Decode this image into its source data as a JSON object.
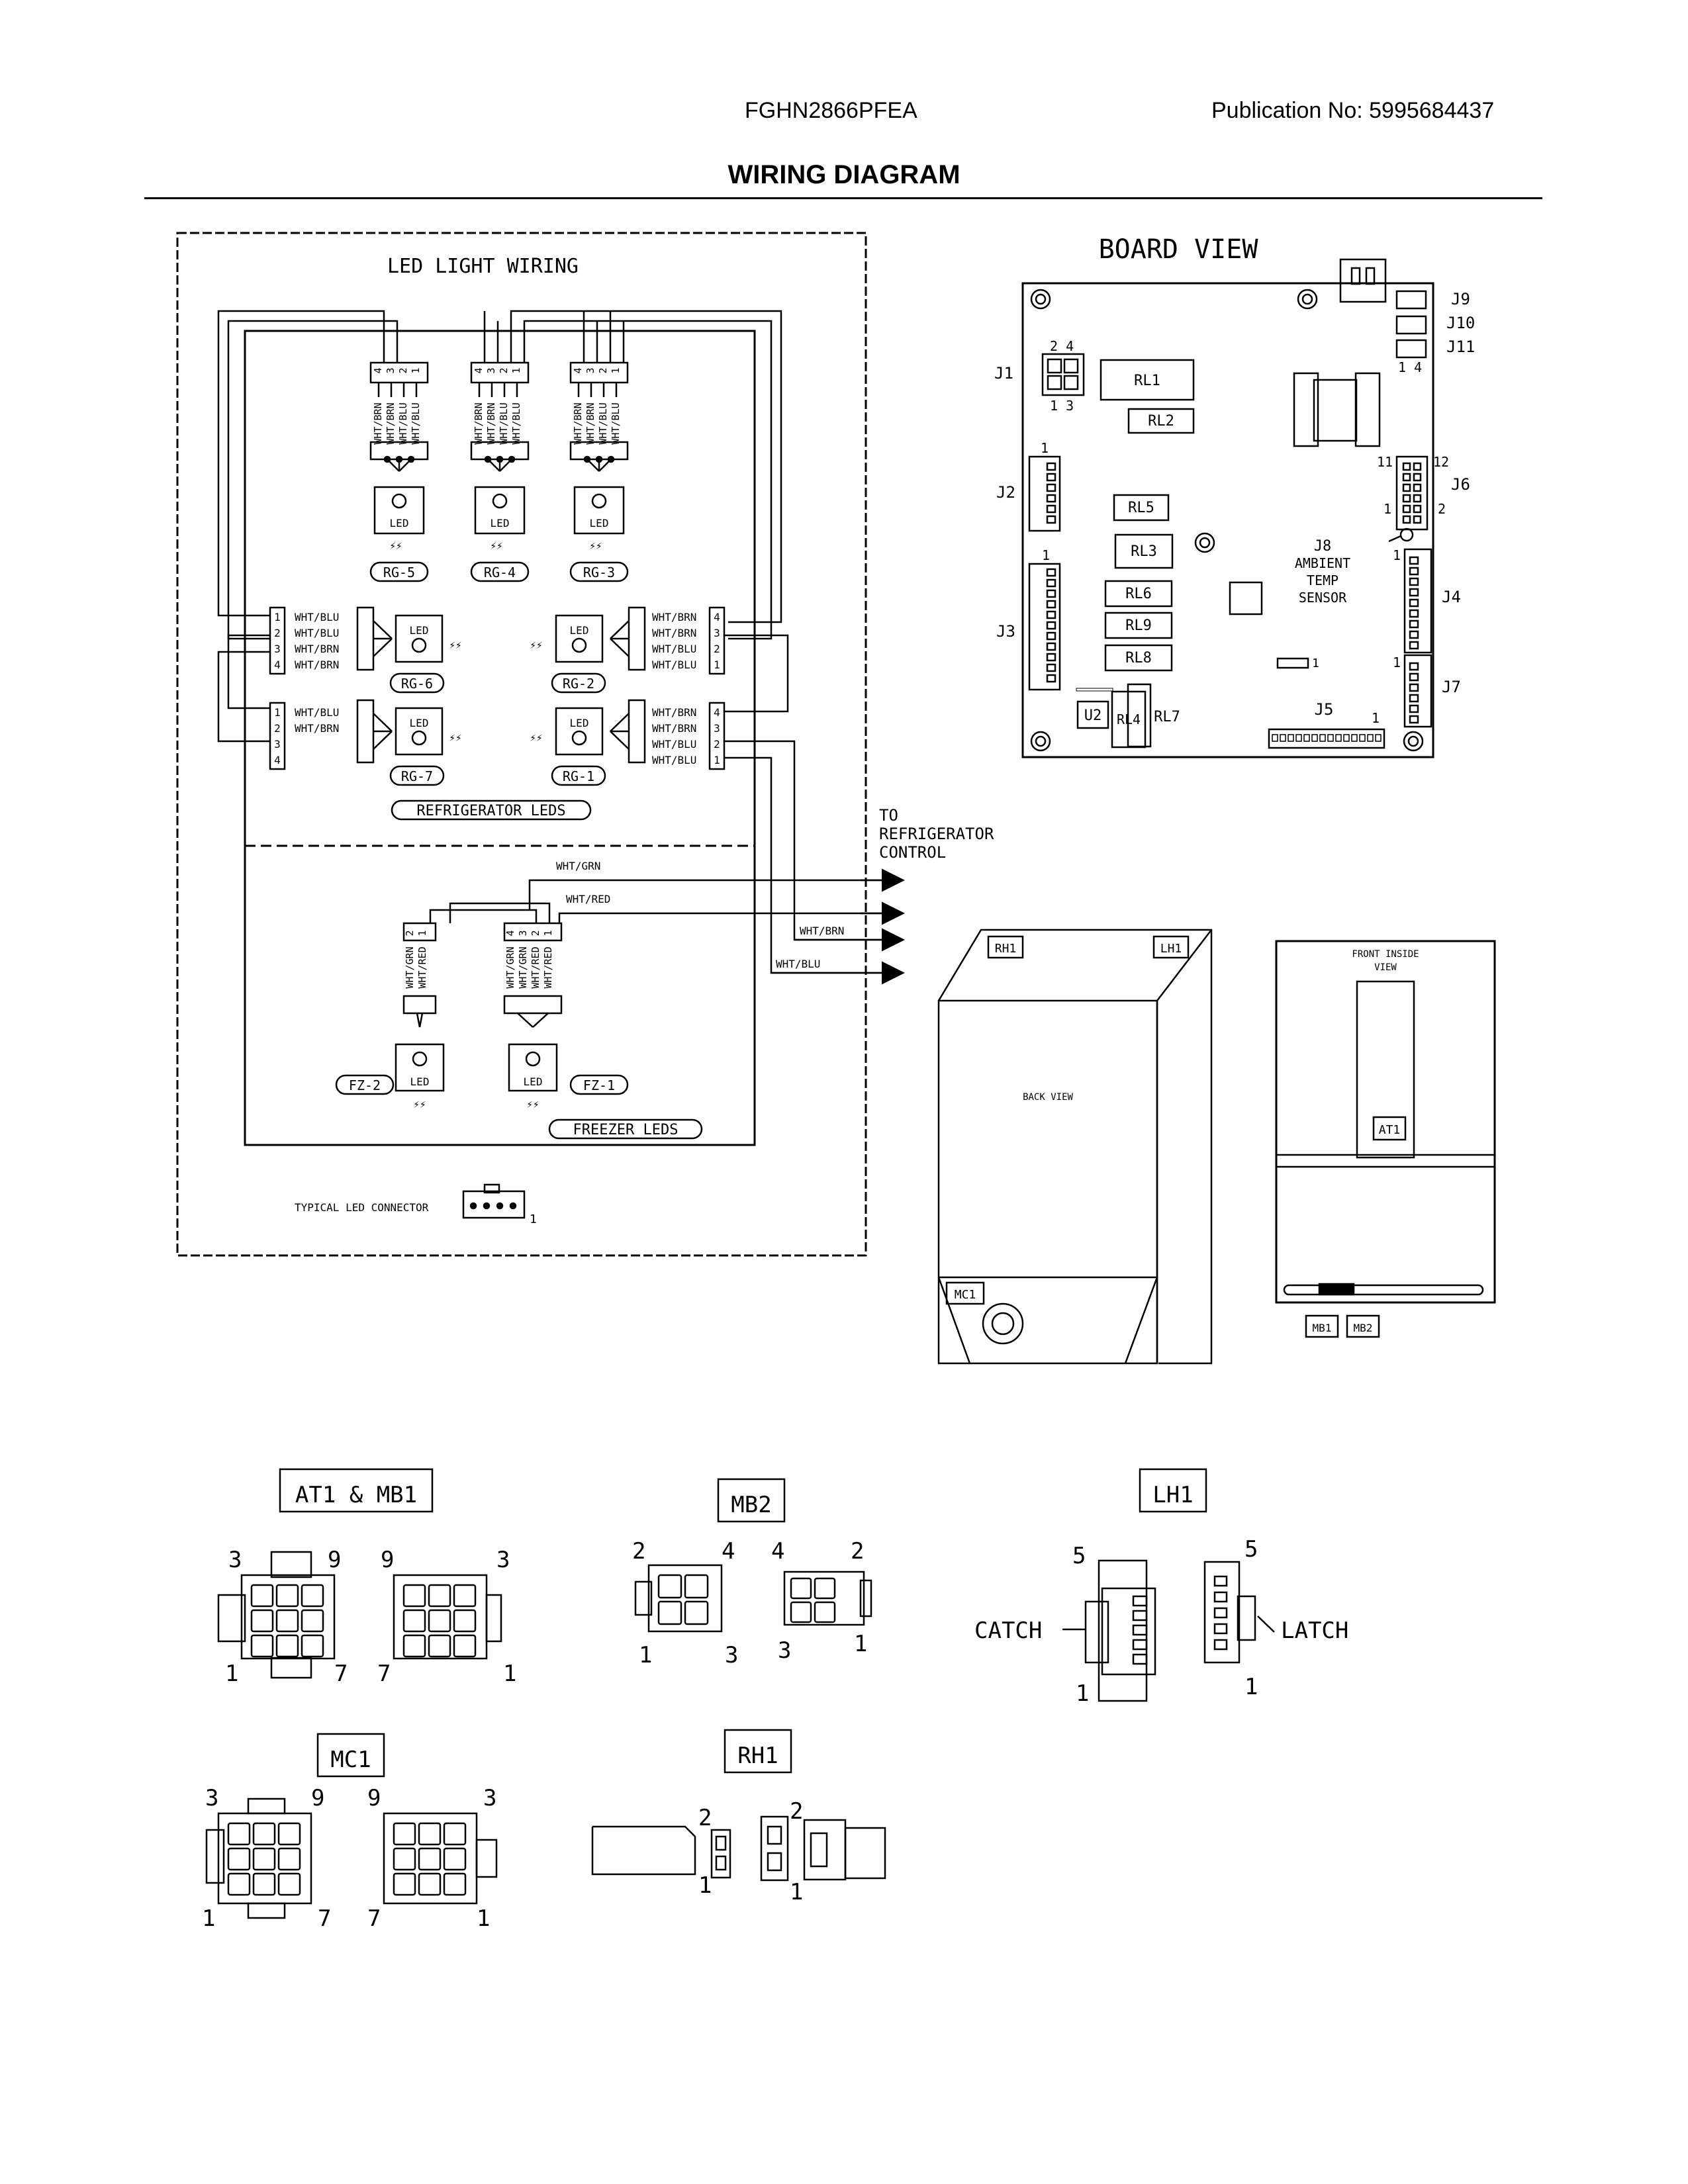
{
  "header": {
    "model": "FGHN2866PFEA",
    "publication": "Publication No:  5995684437",
    "title": "WIRING DIAGRAM"
  },
  "led_wiring": {
    "title": "LED LIGHT WIRING",
    "refrigerator_leds": "REFRIGERATOR LEDS",
    "freezer_leds": "FREEZER LEDS",
    "typical_connector": "TYPICAL LED CONNECTOR",
    "typical_connector_pin": "1",
    "led_text": "LED",
    "pins": [
      "4",
      "3",
      "2",
      "1"
    ],
    "pins_asc": [
      "1",
      "2",
      "3",
      "4"
    ],
    "wires_top": [
      "WHT/BRN",
      "WHT/BRN",
      "WHT/BLU",
      "WHT/BLU"
    ],
    "wires_left": [
      "WHT/BLU",
      "WHT/BLU",
      "WHT/BRN",
      "WHT/BRN"
    ],
    "wires_left2": [
      "WHT/BLU",
      "WHT/BRN"
    ],
    "wires_right": [
      "WHT/BRN",
      "WHT/BRN",
      "WHT/BLU",
      "WHT/BLU"
    ],
    "wires_fz2": [
      "WHT/GRN",
      "WHT/RED"
    ],
    "wires_fz1": [
      "WHT/GRN",
      "WHT/GRN",
      "WHT/RED",
      "WHT/RED"
    ],
    "lamps": [
      "RG-5",
      "RG-4",
      "RG-3",
      "RG-6",
      "RG-2",
      "RG-7",
      "RG-1",
      "FZ-2",
      "FZ-1"
    ],
    "out_wires": [
      "WHT/GRN",
      "WHT/RED",
      "WHT/BRN",
      "WHT/BLU"
    ],
    "to_control": [
      "TO",
      "REFRIGERATOR",
      "CONTROL"
    ]
  },
  "board": {
    "title": "BOARD VIEW",
    "connectors": [
      "J1",
      "J2",
      "J3",
      "J4",
      "J5",
      "J6",
      "J7",
      "J8",
      "J9",
      "J10",
      "J11"
    ],
    "relays": [
      "RL1",
      "RL2",
      "RL3",
      "RL4",
      "RL5",
      "RL6",
      "RL7",
      "RL8",
      "RL9",
      "U2"
    ],
    "sensor_lines": [
      "AMBIENT",
      "TEMP",
      "SENSOR"
    ],
    "pin_labels": {
      "j1_top": "2  4",
      "j1_bot": "1  3",
      "j11": "1  4",
      "j2": "1",
      "j3": "1",
      "j4": "1",
      "j7": "1",
      "j5": "1",
      "j6_11": "11",
      "j6_12": "12",
      "j6_1": "1",
      "j6_2": "2",
      "j8": "1"
    }
  },
  "cabinet": {
    "back_view": "BACK VIEW",
    "labels": [
      "RH1",
      "LH1",
      "MC1"
    ],
    "front_view": [
      "FRONT INSIDE",
      "VIEW"
    ],
    "front_labels": [
      "AT1",
      "MB1",
      "MB2"
    ]
  },
  "connectors": {
    "at1_mb1": {
      "title": "AT1 & MB1",
      "left": [
        "3",
        "9",
        "1",
        "7"
      ],
      "right": [
        "9",
        "3",
        "7",
        "1"
      ]
    },
    "mb2": {
      "title": "MB2",
      "left": [
        "2",
        "4",
        "1",
        "3"
      ],
      "right": [
        "4",
        "2",
        "3",
        "1"
      ]
    },
    "lh1": {
      "title": "LH1",
      "catch": "CATCH",
      "latch": "LATCH",
      "left": [
        "5",
        "1"
      ],
      "right": [
        "5",
        "1"
      ]
    },
    "mc1": {
      "title": "MC1",
      "left": [
        "3",
        "9",
        "1",
        "7"
      ],
      "right": [
        "9",
        "3",
        "7",
        "1"
      ]
    },
    "rh1": {
      "title": "RH1",
      "pins": [
        "2",
        "1",
        "2",
        "1"
      ]
    }
  }
}
